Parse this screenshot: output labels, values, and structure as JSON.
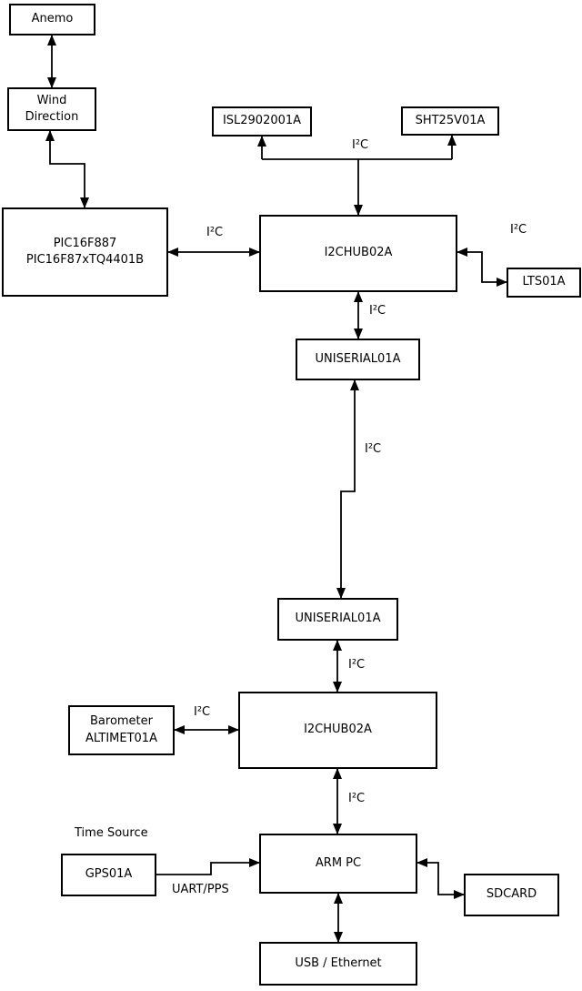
{
  "diagram": {
    "boxes": {
      "anemo": "Anemo",
      "wind_direction": "Wind\nDirection",
      "pic": "PIC16F887\nPIC16F87xTQ4401B",
      "isl": "ISL2902001A",
      "sht": "SHT25V01A",
      "hub1": "I2CHUB02A",
      "lts": "LTS01A",
      "uniserial1": "UNISERIAL01A",
      "uniserial2": "UNISERIAL01A",
      "hub2": "I2CHUB02A",
      "barometer": "Barometer\nALTIMET01A",
      "gps": "GPS01A",
      "armpc": "ARM PC",
      "sdcard": "SDCARD",
      "usb_ethernet": "USB / Ethernet"
    },
    "labels": {
      "i2c_pic_hub": "I²C",
      "i2c_sensors": "I²C",
      "i2c_lts": "I²C",
      "i2c_hub1_uni": "I²C",
      "i2c_trunk": "I²C",
      "i2c_uni2_hub2": "I²C",
      "i2c_baro": "I²C",
      "i2c_hub2_arm": "I²C",
      "time_source": "Time Source",
      "uart_pps": "UART/PPS"
    }
  }
}
